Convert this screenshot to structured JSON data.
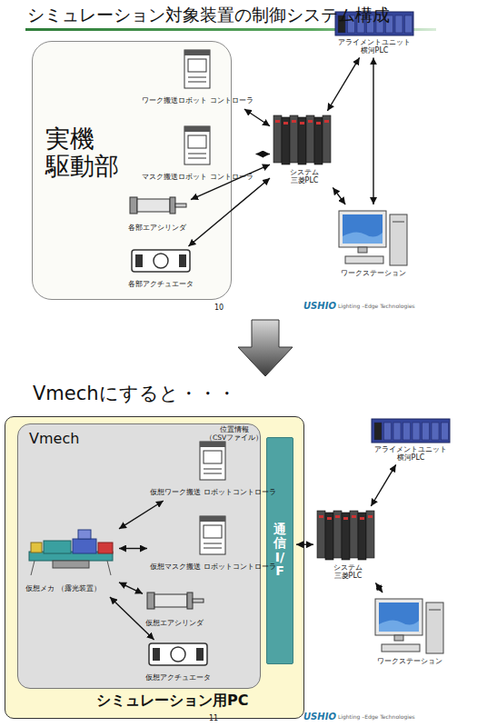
{
  "diagram": {
    "title": "シミュレーション対象装置の制御システム構成",
    "nodes": [
      {
        "text": [
          "実機 駆動部"
        ]
      },
      {
        "text": [
          "ワーク搬送ロボット コントローラ"
        ],
        "in": 0
      },
      {
        "text": [
          "マスク搬送ロボット コントローラ"
        ],
        "in": 0
      },
      {
        "text": [
          "各部エアシリンダ"
        ],
        "in": 0
      },
      {
        "text": [
          "各部アクチュエータ"
        ],
        "in": 0
      },
      {
        "text": [
          "アライメントユニット 横河PLC"
        ]
      },
      {
        "text": [
          "システム 三菱PLC"
        ]
      },
      {
        "text": [
          "ワークステーション"
        ]
      },
      {
        "text": [
          "シミュレーション用PC"
        ]
      },
      {
        "text": [
          "Vmech"
        ],
        "in": 8
      },
      {
        "text": [
          "仮想メカ （露光装置）"
        ],
        "in": 9
      },
      {
        "text": [
          "仮想ワーク搬送 ロボットコントローラ"
        ],
        "in": 9
      },
      {
        "text": [
          "仮想マスク搬送 ロボットコントローラ"
        ],
        "in": 9
      },
      {
        "text": [
          "仮想エアシリンダ"
        ],
        "in": 9
      },
      {
        "text": [
          "仮想アクチュエータ"
        ],
        "in": 9
      },
      {
        "text": [
          "通信I/F"
        ],
        "in": 8
      },
      {
        "text": [
          "システム 三菱PLC"
        ]
      },
      {
        "text": [
          "アライメントユニット 横河PLC"
        ]
      },
      {
        "text": [
          "ワークステーション"
        ]
      }
    ],
    "edges": [
      {
        "from": 1,
        "to": 6,
        "arrow": "both"
      },
      {
        "from": 2,
        "to": 6,
        "arrow": "both"
      },
      {
        "from": 3,
        "to": 6,
        "arrow": "both"
      },
      {
        "from": 4,
        "to": 6,
        "arrow": "both"
      },
      {
        "from": 6,
        "to": 5,
        "arrow": "both"
      },
      {
        "from": 5,
        "to": 7,
        "arrow": "both"
      },
      {
        "from": 6,
        "to": 7,
        "arrow": "both"
      },
      {
        "from": 10,
        "to": 11,
        "arrow": "both"
      },
      {
        "from": 10,
        "to": 12,
        "arrow": "both"
      },
      {
        "from": 10,
        "to": 13,
        "arrow": "both"
      },
      {
        "from": 10,
        "to": 14,
        "arrow": "both"
      },
      {
        "from": 15,
        "to": 16,
        "arrow": "both"
      },
      {
        "from": 16,
        "to": 17,
        "arrow": "both"
      },
      {
        "from": 16,
        "to": 18,
        "arrow": "both"
      }
    ],
    "labels": [
      "10",
      "USHIO",
      "Lighting –Edge Technologies",
      "Vmechにすると・・・",
      "位置情報 （CSVファイル）",
      "11",
      "USHIO",
      "Lighting –Edge Technologies"
    ]
  }
}
